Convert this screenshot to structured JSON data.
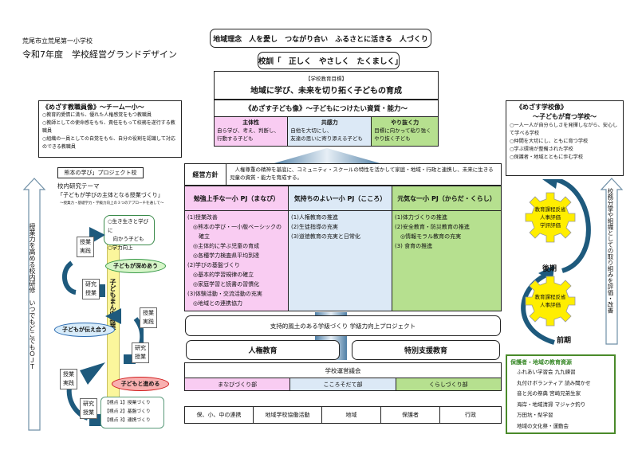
{
  "header": {
    "school": "荒尾市立荒尾第一小学校",
    "title": "令和7年度　学校経営グランドデザイン"
  },
  "philosophy": "地域理念　人を愛し　つながり合い　ふるさとに活きる　人づくり",
  "motto": "校訓「　正しく　やさしく　たくましく」",
  "goal": {
    "label": "【学校教育目標】",
    "text": "地域に学び、未来を切り拓く子どもの育成"
  },
  "child_image": {
    "title": "《めざす子ども像》～子どもにつけたい資質・能力～",
    "columns": [
      {
        "heading": "主体性",
        "lines": [
          "自ら学び、考え、判断し、",
          "行動する子ども"
        ]
      },
      {
        "heading": "共感力",
        "lines": [
          "自他を大切にし、",
          "友達の思いに寄り添える子ども"
        ]
      },
      {
        "heading": "やり抜く力",
        "lines": [
          "目標に向かって粘り強く",
          "やり抜く子ども"
        ]
      }
    ]
  },
  "teacher_image": {
    "title": "《めざす教職員像》～チーム一小～",
    "items": [
      "○教育的愛情に満ち、優れた人権感覚をもつ教職員",
      "○教師としての使命感をもち、責任をもって校務を遂行する教職員",
      "○組織の一員としての自覚をもち、自分の役割を認識して対応のできる教職員"
    ]
  },
  "school_image": {
    "title": "《めざす学校像》",
    "subtitle": "～子どもが育つ学校～",
    "items": [
      "○一人一人が自分らしさを発揮しながら、安心して学べる学校",
      "○仲間を大切にし、ともに育つ学校",
      "○学ぶ環境が整備された学校",
      "○保護者・地域とともに歩む学校"
    ]
  },
  "policy": {
    "label": "経営方針",
    "text": "　人権尊重の精神を基底に、コミュニティ・スクールの特性を活かして家庭・地域・行政と連携し、未来に生きる児童の資質・能力を育成する。"
  },
  "projects": [
    {
      "title": "勉強上手な一小 PJ（まなび）",
      "items": [
        "(1)授業改善",
        "　◎熊本の学び・一小版ベーシックの",
        "　　確立",
        "　◎主体的に学ぶ児童の育成",
        "　◎各種学力検査県平均到達",
        "(2)学びの基盤づくり",
        "　◎基本的学習規律の確立",
        "　◎家庭学習と読書の習慣化",
        "(3)体験活動・交流活動の充実",
        "　◎地域との連携協力"
      ]
    },
    {
      "title": "気持ちのよい一小 PJ（こころ）",
      "items": [
        "(1)人権教育の推進",
        "(2)生徒指導の充実",
        "(3)道徳教育の充実と日常化"
      ]
    },
    {
      "title": "元気な一小 PJ（からだ・くらし）",
      "items": [
        "(1)体力づくりの推進",
        "(2)安全教育・防災教育の推進",
        "　◎情報モラル教育の充実",
        "(3) 食育の推進"
      ]
    }
  ],
  "class_project": "支持的風土のある学級づくり 学級力向上プロジェクト",
  "human_rights": "人権教育",
  "special_support": "特別支援教育",
  "council": {
    "title": "学校運営議会",
    "departments": [
      "まなびづくり部",
      "こころそだて部",
      "くらしづくり部"
    ]
  },
  "partners": [
    "保、小、中の連携",
    "地域学校協働活動",
    "地域",
    "保護者",
    "行政"
  ],
  "research": {
    "project_school": "熊本の学び」プロジェクト校",
    "theme_label": "校内研究テーマ",
    "theme": "「子どもが学びの主体となる授業づくり」",
    "theme_sub": "～授業力・基礎学力・学級力向上の３つのアプローチを通して～",
    "goal_lines": [
      "○生き生きと学びに",
      "　向かう子ども",
      "○学力向上"
    ],
    "center_label": "子どもまん中授業",
    "practice": "授業実践",
    "study_lesson": "研究授業",
    "deepen": "子どもが深めあう",
    "convey": "子どもが伝え合う",
    "with_child": "子どもと進める",
    "viewpoints": [
      "【視点 1】授業づくり",
      "【視点 2】基盤づくり",
      "【視点 3】連携づくり"
    ],
    "arrow_text": "授業力を高める校内研修　いつでもどこでもＯＪＴ"
  },
  "evaluation": {
    "arrow_text": "校務分掌や組織としての取り組みを評価・改善",
    "late_gear": [
      "教育課程反省",
      "人事評価",
      "学評評価"
    ],
    "early_gear": [
      "教育課程反省",
      "人事評価"
    ],
    "late_label": "後期",
    "early_label": "前期"
  },
  "resources": {
    "title": "保護者・地域の教育資源",
    "items": [
      "ふれあい学習会 九九練習",
      "丸付けボランティア 読み聞かせ",
      "音と光の祭典 宮崎兄弟生家",
      "海岸・地域清掃 マジャク釣り",
      "万田坑・梨学習",
      "地域の文化祭・運動会"
    ]
  },
  "colors": {
    "pink": "#f9ccf2",
    "blue": "#dce9f6",
    "green": "#b6e08f",
    "gear": "#ffee00",
    "arrow": "#1e5a7d",
    "resource_border": "#4a8a2a"
  }
}
